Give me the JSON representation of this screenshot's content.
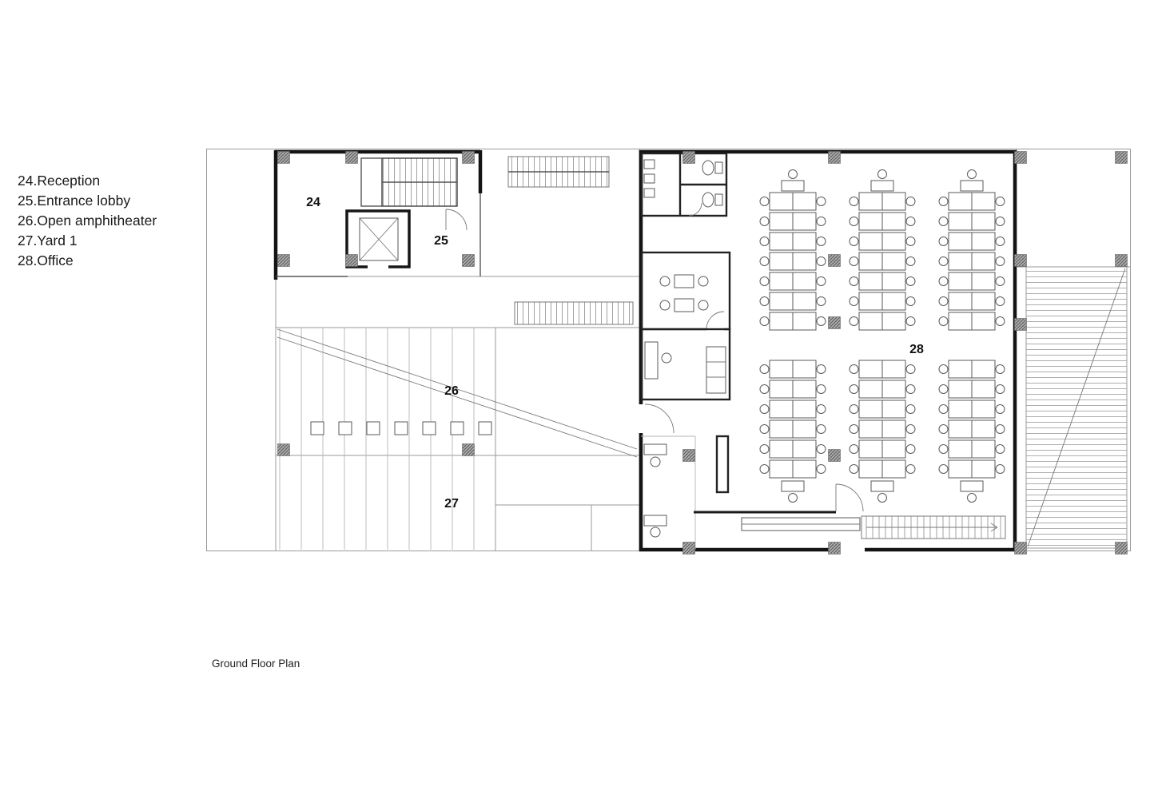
{
  "legend": {
    "items": [
      "24.Reception",
      "25.Entrance lobby",
      "26.Open amphitheater",
      "27.Yard 1",
      "28.Office"
    ]
  },
  "title": "Ground Floor Plan",
  "rooms": {
    "r24": "24",
    "r25": "25",
    "r26": "26",
    "r27": "27",
    "r28": "28"
  }
}
